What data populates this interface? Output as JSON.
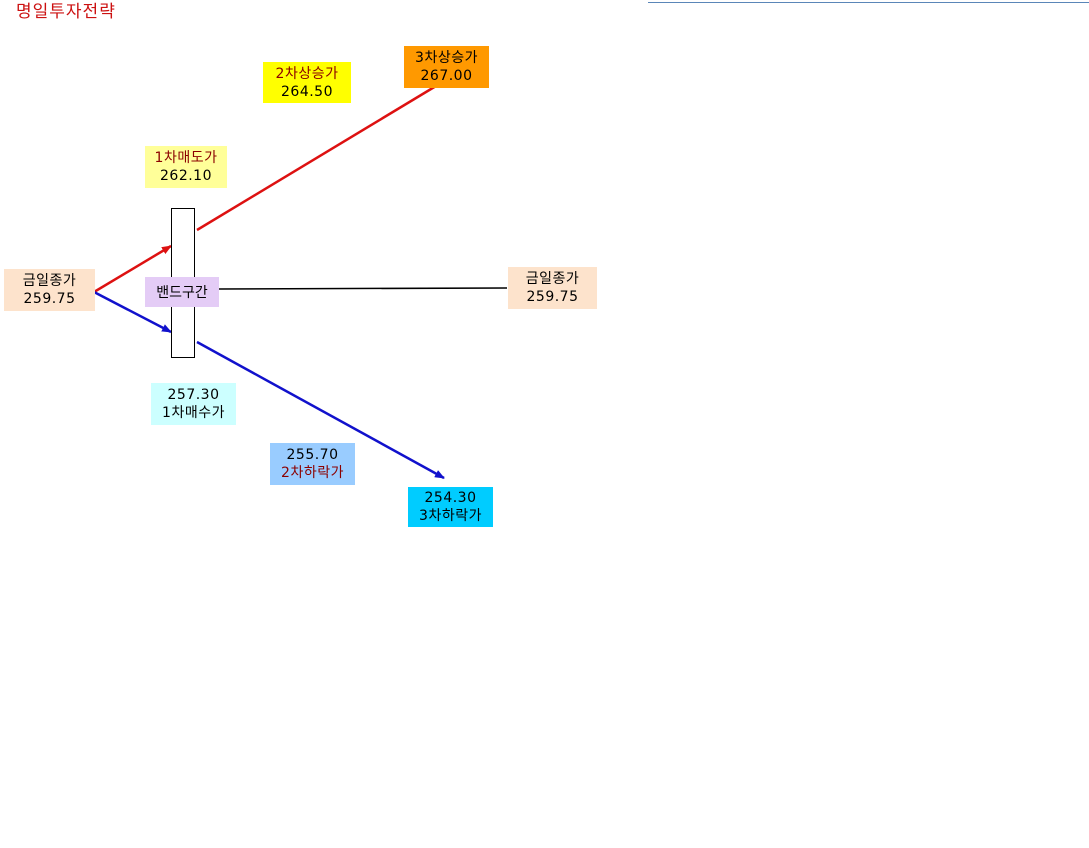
{
  "page": {
    "title": "명일투자전략"
  },
  "diagram": {
    "band_label": "밴드구간",
    "close_left": {
      "label": "금일종가",
      "value": "259.75",
      "color": "#fde3cc"
    },
    "close_right": {
      "label": "금일종가",
      "value": "259.75",
      "color": "#fde3cc"
    },
    "sell1": {
      "label": "1차매도가",
      "value": "262.10",
      "color": "#ffff99"
    },
    "rise2": {
      "label": "2차상승가",
      "value": "264.50",
      "color": "#ffff00"
    },
    "rise3": {
      "label": "3차상승가",
      "value": "267.00",
      "color": "#ff9900"
    },
    "buy1": {
      "value": "257.30",
      "label": "1차매수가",
      "color": "#ccffff"
    },
    "fall2": {
      "value": "255.70",
      "label": "2차하락가",
      "color": "#99ccff"
    },
    "fall3": {
      "value": "254.30",
      "label": "3차하락가",
      "color": "#00ccff"
    },
    "colors": {
      "up_arrow": "#dd1111",
      "down_arrow": "#1111cc",
      "flat_line": "#000000"
    }
  }
}
